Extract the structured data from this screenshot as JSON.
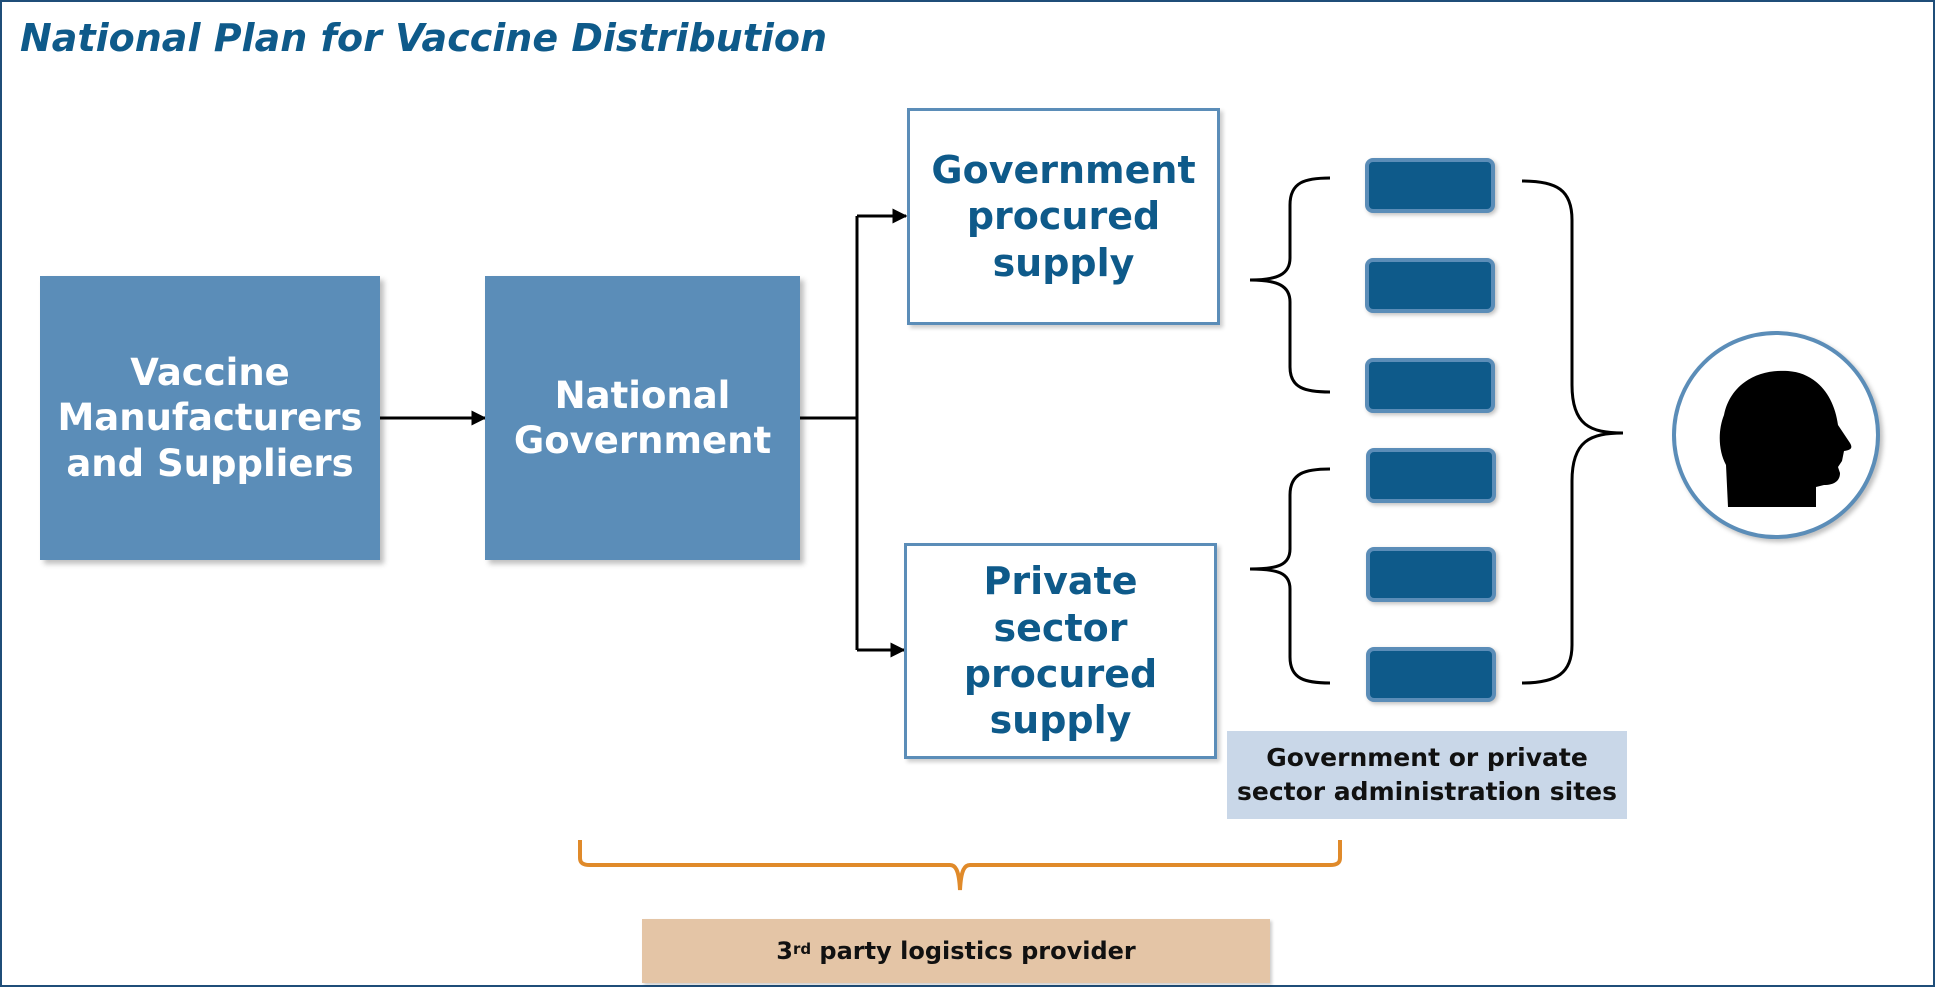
{
  "title": "National Plan for Vaccine Distribution",
  "nodes": {
    "manufacturers": "Vaccine Manufacturers and Suppliers",
    "national_government": "National Government",
    "government_supply": "Government procured supply",
    "private_supply": "Private sector procured supply"
  },
  "admin_sites_label": "Government or private sector administration sites",
  "logistics": {
    "prefix": "3",
    "superscript": "rd",
    "suffix": " party logistics provider"
  },
  "icons": [
    "person-head-icon"
  ],
  "colors": {
    "title": "#0e5a8a",
    "primary_box": "#5b8db8",
    "site_box": "#0e5a8a",
    "admin_label_bg": "#c9d7e8",
    "logistics_bg": "#e4c5a6",
    "logistics_brace": "#e08a2a"
  }
}
